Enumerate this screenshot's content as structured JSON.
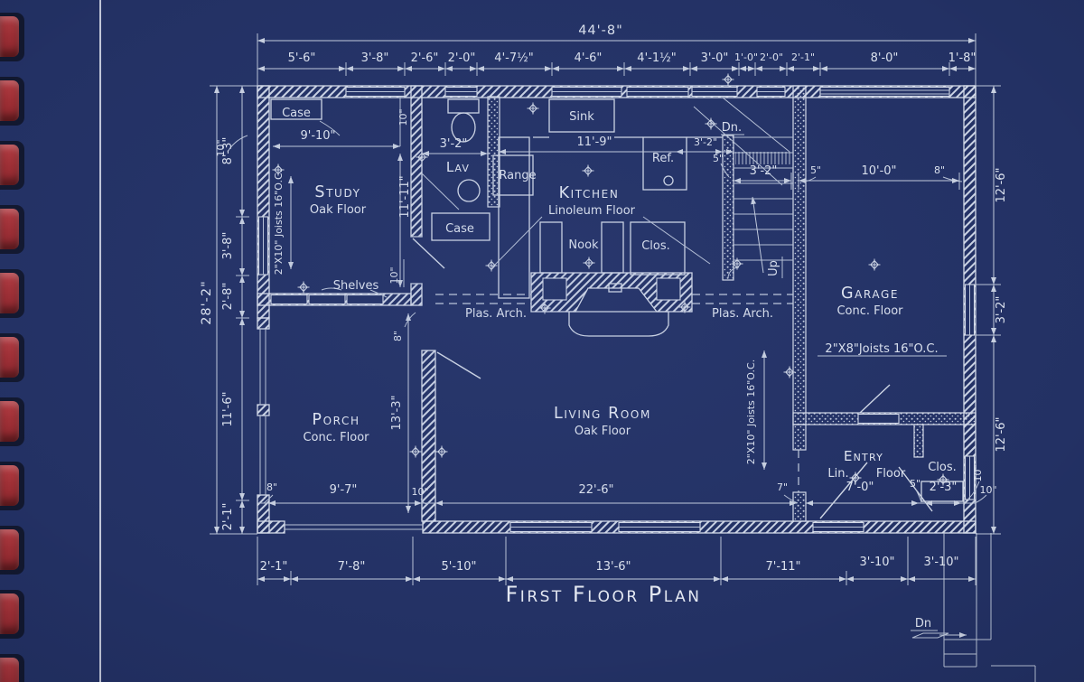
{
  "colors": {
    "paper": "#233164",
    "ink": "#dde3ee",
    "binding_red": "#a33338"
  },
  "plan": {
    "title": "First Floor Plan",
    "dims": {
      "top_overall": "44'-8\"",
      "top": [
        "5'-6\"",
        "3'-8\"",
        "2'-6\"",
        "2'-0\"",
        "4'-7½\"",
        "4'-6\"",
        "4'-1½\"",
        "3'-0\"",
        "1'-0\"",
        "2'-0\"",
        "2'-1\"",
        "8'-0\"",
        "1'-8\""
      ],
      "left_overall": "28'-2\"",
      "left": [
        "8'-3\"",
        "3'-8\"",
        "2'-8\"",
        "11'-6\"",
        "2'-1\""
      ],
      "left_wall": "10\"",
      "right": [
        "12'-6\"",
        "3'-2\"",
        "12'-6\""
      ],
      "right_wall": "10\"",
      "bottom_outer": [
        "2'-1\"",
        "7'-8\"",
        "5'-10\"",
        "13'-6\"",
        "7'-11\"",
        "3'-10\"",
        "3'-10\""
      ],
      "bottom_inner": [
        "8\"",
        "9'-7\"",
        "10\"",
        "22'-6\"",
        "7\"",
        "7'-0\"",
        "5\"",
        "2'-3\"",
        "10\""
      ],
      "garage_line": [
        "3'-2\"",
        "5\"",
        "10'-0\"",
        "8\""
      ],
      "stair_upper": [
        "3'-2\"",
        "5\""
      ]
    },
    "study": {
      "name": "Study",
      "floor": "Oak Floor",
      "case": "Case",
      "width": "9'-10\"",
      "height": "11'-11\"",
      "wall_top": "10\"",
      "wall_mid": "10\"",
      "wall_bottom": "8\"",
      "shelves": "Shelves",
      "joists": "2\"X10\" Joists 16\"O.C."
    },
    "lav": {
      "name": "Lav",
      "width": "3'-2\"",
      "case": "Case"
    },
    "kitchen": {
      "name": "Kitchen",
      "floor": "Linoleum Floor",
      "width": "11'-9\"",
      "sink": "Sink",
      "range": "Range",
      "fridge": "Ref.",
      "nook": "Nook",
      "closet": "Clos."
    },
    "stairs": {
      "down": "Dn.",
      "up": "Up"
    },
    "garage": {
      "name": "Garage",
      "floor": "Conc. Floor",
      "joists": "2\"X8\"Joists 16\"O.C."
    },
    "living": {
      "name": "Living Room",
      "floor": "Oak Floor",
      "arch_left": "Plas. Arch.",
      "arch_right": "Plas. Arch.",
      "joists": "2\"X10\" Joists 16\"O.C."
    },
    "porch": {
      "name": "Porch",
      "floor": "Conc. Floor",
      "height": "13'-3\""
    },
    "entry": {
      "name": "Entry",
      "floor_word1": "Lin.",
      "floor_word2": "Floor",
      "closet": "Clos."
    },
    "site": {
      "steps_down": "Dn"
    }
  }
}
